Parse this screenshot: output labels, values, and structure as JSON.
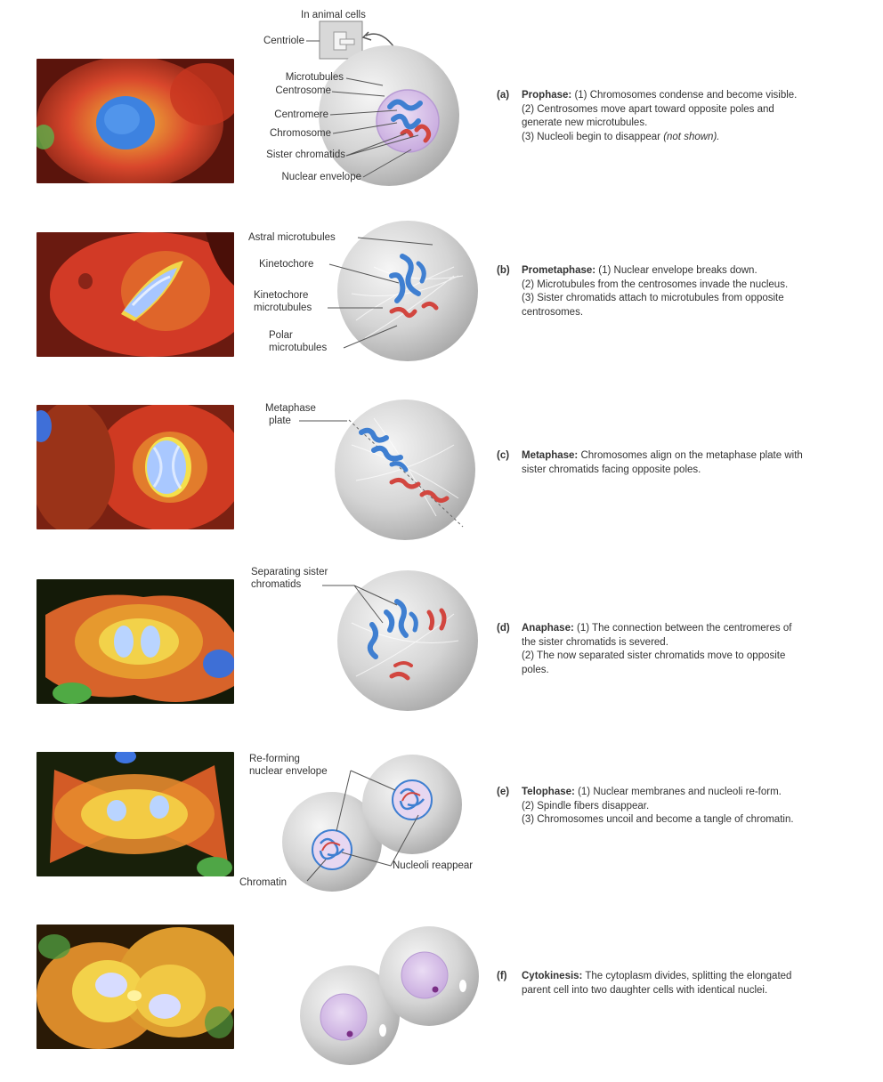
{
  "colors": {
    "cell_gray": "#c9c9c9",
    "chromosome_blue": "#3f7fd1",
    "chromosome_red": "#d2463f",
    "nucleus_lilac": "#d6c0e6",
    "micro_red": "#d9382a",
    "micro_yellow": "#f4c533",
    "dna_blue": "#4f8fe6"
  },
  "header": {
    "in_animal_cells": "In animal cells",
    "centriole": "Centriole"
  },
  "stages": [
    {
      "tag": "(a)",
      "title": "Prophase:",
      "lines": [
        "(1) Chromosomes condense and become visible.",
        "(2) Centrosomes move apart toward opposite poles and generate new microtubules.",
        "(3) Nucleoli begin to disappear"
      ],
      "note": "(not shown).",
      "labels": [
        "Microtubules",
        "Centrosome",
        "Centromere",
        "Chromosome",
        "Sister chromatids",
        "Nuclear envelope"
      ]
    },
    {
      "tag": "(b)",
      "title": "Prometaphase:",
      "lines": [
        "(1) Nuclear envelope breaks down.",
        "(2) Microtubules from the centrosomes invade the nucleus.",
        "(3) Sister chromatids attach to microtubules from opposite centrosomes."
      ],
      "labels": [
        "Astral microtubules",
        "Kinetochore",
        "Kinetochore",
        "microtubules",
        "Polar",
        "microtubules"
      ]
    },
    {
      "tag": "(c)",
      "title": "Metaphase:",
      "lines": [
        "Chromosomes align on the metaphase plate with sister chromatids facing opposite poles."
      ],
      "labels": [
        "Metaphase",
        "plate"
      ]
    },
    {
      "tag": "(d)",
      "title": "Anaphase:",
      "lines": [
        "(1) The connection between the centromeres of the sister chromatids is severed.",
        "(2) The now separated sister chromatids move to opposite poles."
      ],
      "labels": [
        "Separating sister",
        "chromatids"
      ]
    },
    {
      "tag": "(e)",
      "title": "Telophase:",
      "lines": [
        "(1) Nuclear membranes and nucleoli re-form.",
        "(2) Spindle fibers disappear.",
        "(3) Chromosomes uncoil and become a tangle of chromatin."
      ],
      "labels": [
        "Re-forming",
        "nuclear envelope",
        "Nucleoli reappear",
        "Chromatin"
      ]
    },
    {
      "tag": "(f)",
      "title": "Cytokinesis:",
      "lines": [
        "The cytoplasm divides, splitting the elongated parent cell into two daughter cells with identical nuclei."
      ],
      "labels": []
    }
  ]
}
